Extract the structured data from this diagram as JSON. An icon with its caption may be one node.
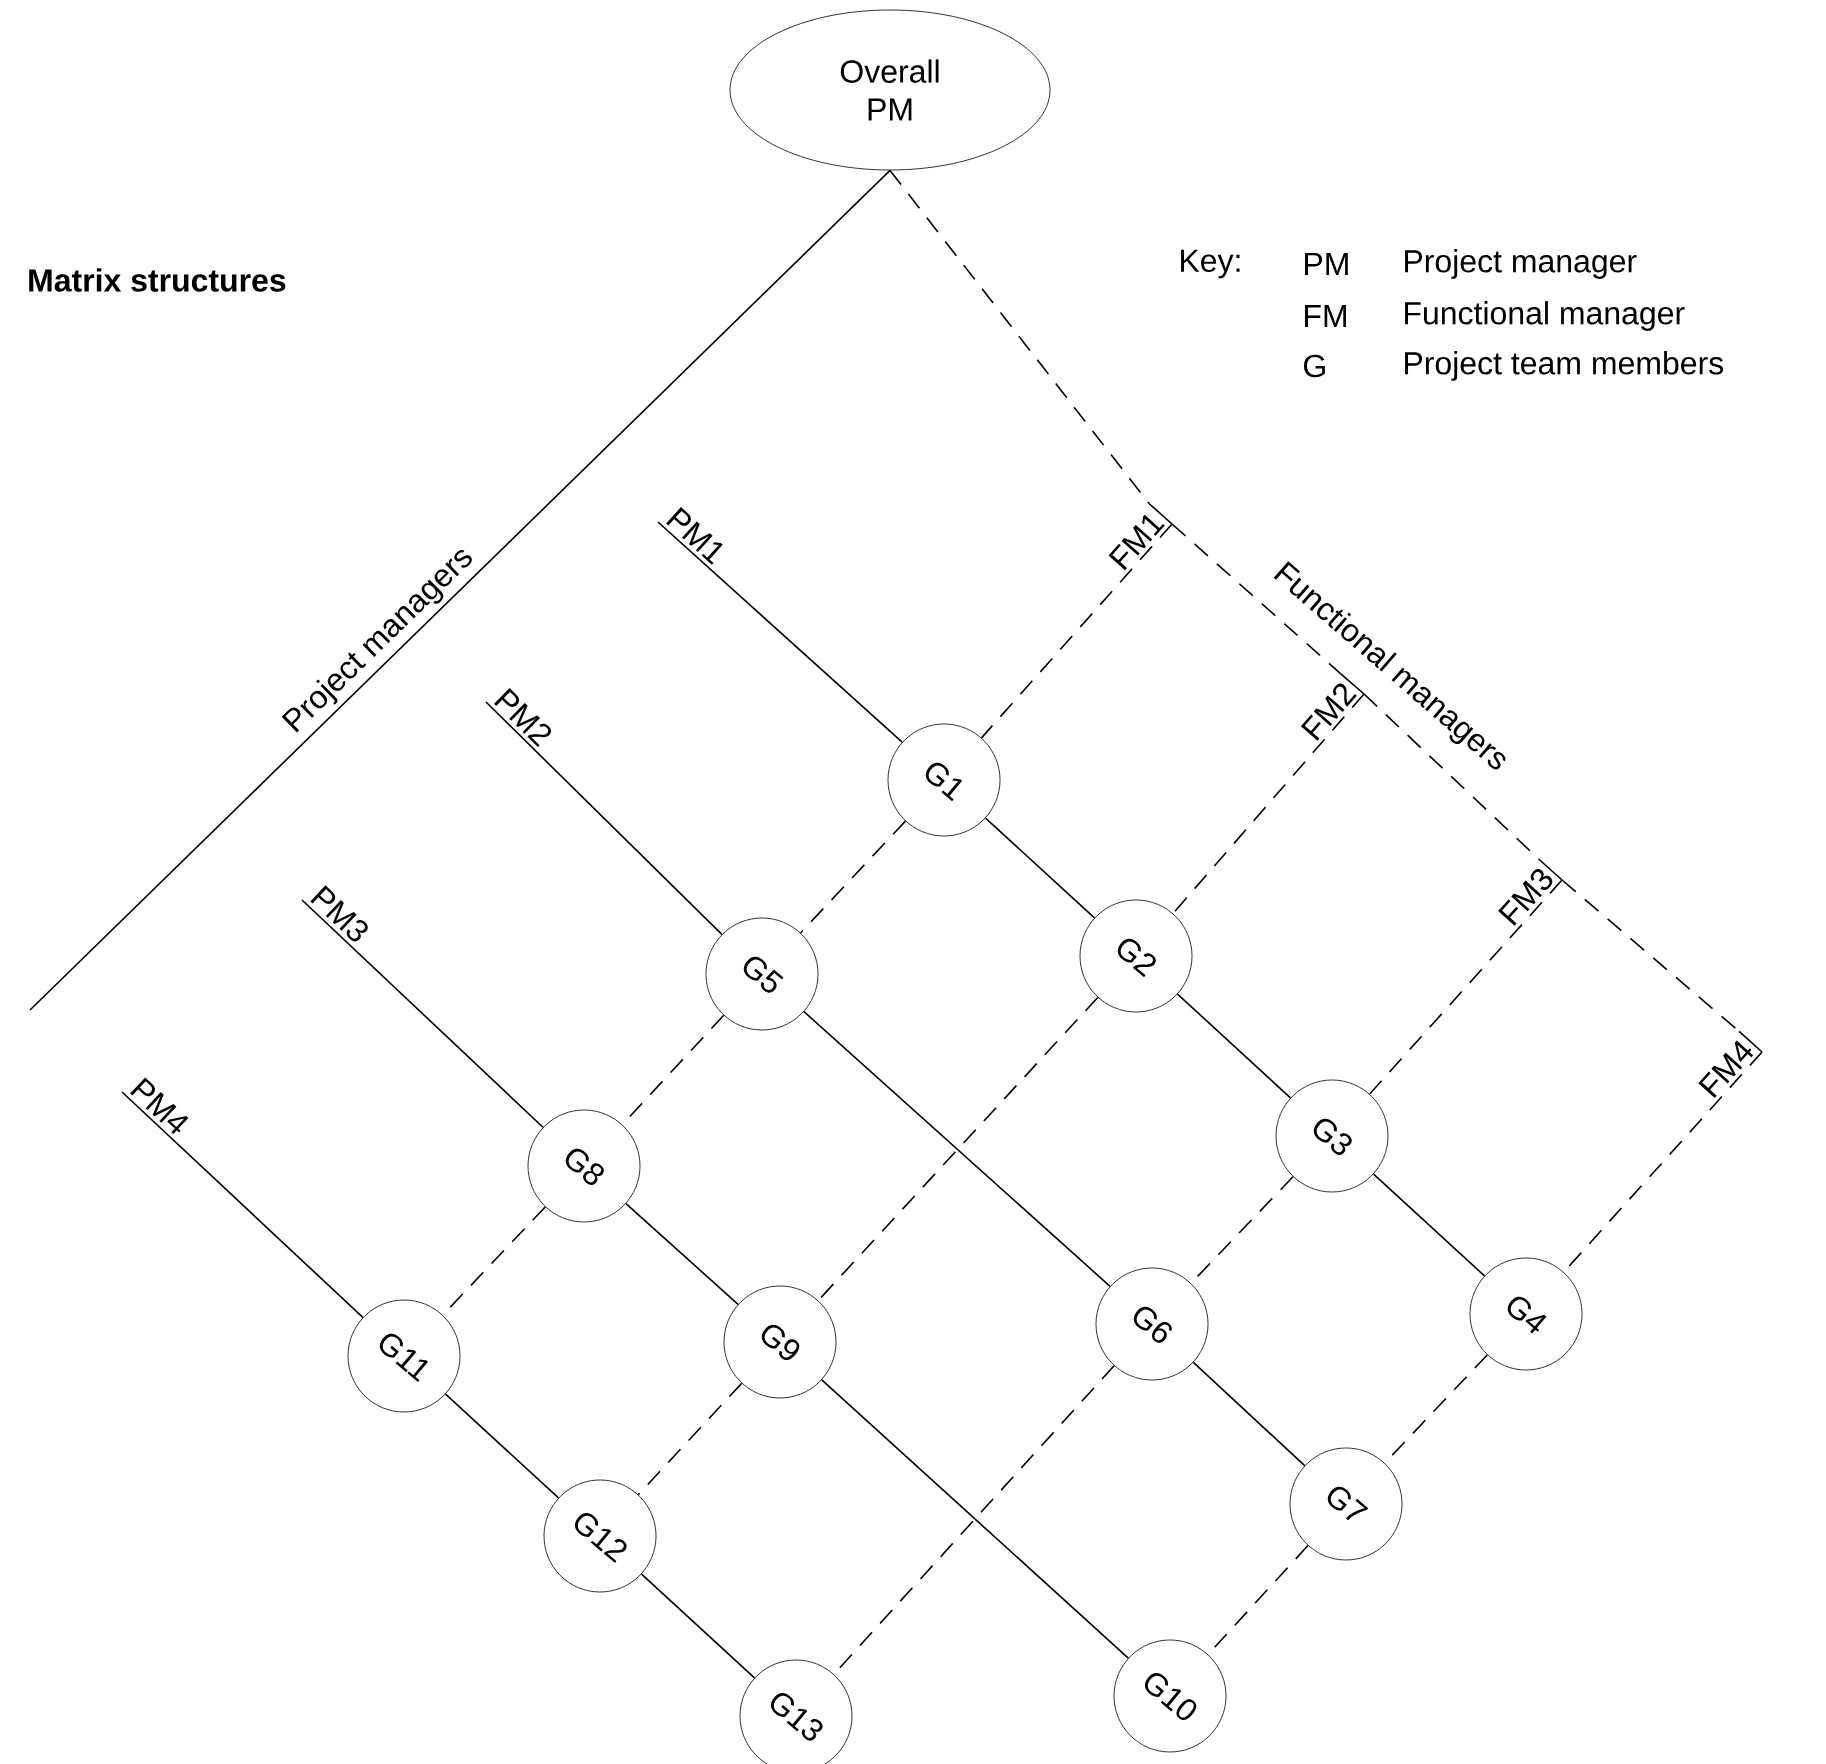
{
  "diagram": {
    "title": "Matrix structures",
    "nodes": [
      {
        "text": [
          "Overall PM"
        ]
      },
      {
        "text": [
          "PM1"
        ]
      },
      {
        "text": [
          "PM2"
        ]
      },
      {
        "text": [
          "PM3"
        ]
      },
      {
        "text": [
          "PM4"
        ]
      },
      {
        "text": [
          "FM1"
        ]
      },
      {
        "text": [
          "FM2"
        ]
      },
      {
        "text": [
          "FM3"
        ]
      },
      {
        "text": [
          "FM4"
        ]
      },
      {
        "text": [
          "G1"
        ]
      },
      {
        "text": [
          "G2"
        ]
      },
      {
        "text": [
          "G3"
        ]
      },
      {
        "text": [
          "G4"
        ]
      },
      {
        "text": [
          "G5"
        ]
      },
      {
        "text": [
          "G6"
        ]
      },
      {
        "text": [
          "G7"
        ]
      },
      {
        "text": [
          "G8"
        ]
      },
      {
        "text": [
          "G9"
        ]
      },
      {
        "text": [
          "G10"
        ]
      },
      {
        "text": [
          "G11"
        ]
      },
      {
        "text": [
          "G12"
        ]
      },
      {
        "text": [
          "G13"
        ]
      }
    ],
    "edges": [
      {
        "from": 0,
        "to": null,
        "arrow": "none"
      },
      {
        "from": 0,
        "to": 5,
        "arrow": "none",
        "style": "dashed"
      },
      {
        "from": 5,
        "to": 6,
        "arrow": "none",
        "style": "dashed"
      },
      {
        "from": 6,
        "to": 7,
        "arrow": "none",
        "style": "dashed"
      },
      {
        "from": 7,
        "to": 8,
        "arrow": "none",
        "style": "dashed"
      },
      {
        "from": 1,
        "to": 9,
        "arrow": "none"
      },
      {
        "from": 9,
        "to": 10,
        "arrow": "none"
      },
      {
        "from": 10,
        "to": 11,
        "arrow": "none"
      },
      {
        "from": 11,
        "to": 12,
        "arrow": "none"
      },
      {
        "from": 2,
        "to": 13,
        "arrow": "none"
      },
      {
        "from": 13,
        "to": 14,
        "arrow": "none"
      },
      {
        "from": 14,
        "to": 15,
        "arrow": "none"
      },
      {
        "from": 3,
        "to": 16,
        "arrow": "none"
      },
      {
        "from": 16,
        "to": 17,
        "arrow": "none"
      },
      {
        "from": 17,
        "to": 18,
        "arrow": "none"
      },
      {
        "from": 4,
        "to": 19,
        "arrow": "none"
      },
      {
        "from": 19,
        "to": 20,
        "arrow": "none"
      },
      {
        "from": 20,
        "to": 21,
        "arrow": "none"
      },
      {
        "from": 5,
        "to": 9,
        "arrow": "none",
        "style": "dashed"
      },
      {
        "from": 9,
        "to": 13,
        "arrow": "none",
        "style": "dashed"
      },
      {
        "from": 13,
        "to": 16,
        "arrow": "none",
        "style": "dashed"
      },
      {
        "from": 16,
        "to": 19,
        "arrow": "none",
        "style": "dashed"
      },
      {
        "from": 6,
        "to": 10,
        "arrow": "none",
        "style": "dashed"
      },
      {
        "from": 10,
        "to": 17,
        "arrow": "none",
        "style": "dashed"
      },
      {
        "from": 17,
        "to": 20,
        "arrow": "none",
        "style": "dashed"
      },
      {
        "from": 7,
        "to": 11,
        "arrow": "none",
        "style": "dashed"
      },
      {
        "from": 11,
        "to": 14,
        "arrow": "none",
        "style": "dashed"
      },
      {
        "from": 14,
        "to": 21,
        "arrow": "none",
        "style": "dashed"
      },
      {
        "from": 8,
        "to": 12,
        "arrow": "none",
        "style": "dashed"
      },
      {
        "from": 12,
        "to": 15,
        "arrow": "none",
        "style": "dashed"
      },
      {
        "from": 15,
        "to": 18,
        "arrow": "none",
        "style": "dashed"
      }
    ],
    "labels": [
      "Project managers",
      "Functional managers",
      "Key:",
      "PM",
      "Project manager",
      "FM",
      "Functional manager",
      "G",
      "Project team members"
    ]
  }
}
